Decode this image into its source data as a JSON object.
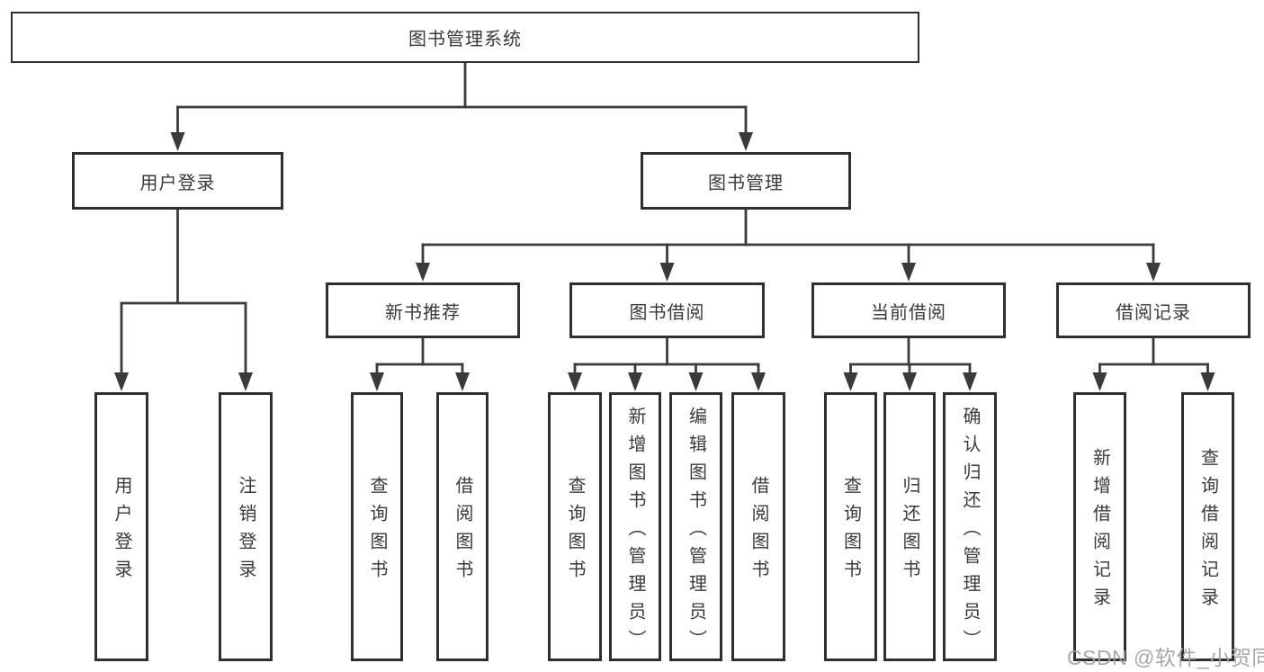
{
  "root": {
    "label": "图书管理系统"
  },
  "level2": [
    {
      "label": "用户登录",
      "children": [
        "用户登录",
        "注销登录"
      ]
    },
    {
      "label": "图书管理"
    }
  ],
  "level3": [
    {
      "label": "新书推荐",
      "children": [
        "查询图书",
        "借阅图书"
      ]
    },
    {
      "label": "图书借阅",
      "children": [
        "查询图书",
        "新增图书（管理员）",
        "编辑图书（管理员）",
        "借阅图书"
      ]
    },
    {
      "label": "当前借阅",
      "children": [
        "查询图书",
        "归还图书",
        "确认归还（管理员）"
      ]
    },
    {
      "label": "借阅记录",
      "children": [
        "新增借阅记录",
        "查询借阅记录"
      ]
    }
  ],
  "watermark": {
    "text": "CSDN @软件_小贺同学"
  },
  "colors": {
    "line": "#3a3a3a",
    "border": "#2f2f2f",
    "text": "#3a3a3a",
    "background": "#ffffff",
    "watermark": "#a0a0a0"
  }
}
